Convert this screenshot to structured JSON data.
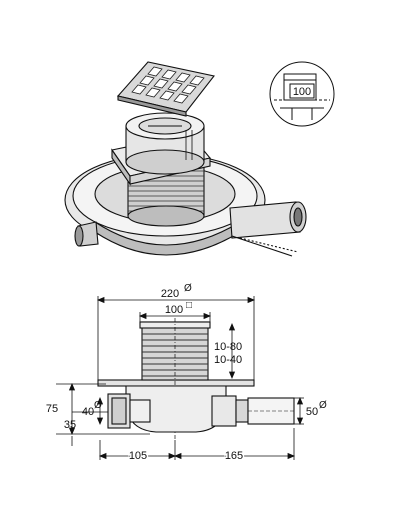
{
  "detail": {
    "grate_label": "100"
  },
  "dimensions": {
    "outer_diameter": "220",
    "outer_diameter_sup": "Ø",
    "grate_width": "100",
    "grate_width_sup": "□",
    "height_range_1": "10-80",
    "height_range_2": "10-40",
    "total_height": "75",
    "inlet_height": "35",
    "inlet_diameter": "40",
    "inlet_diameter_sup": "Ø",
    "outlet_diameter": "50",
    "outlet_diameter_sup": "Ø",
    "left_length": "105",
    "right_length": "165"
  }
}
